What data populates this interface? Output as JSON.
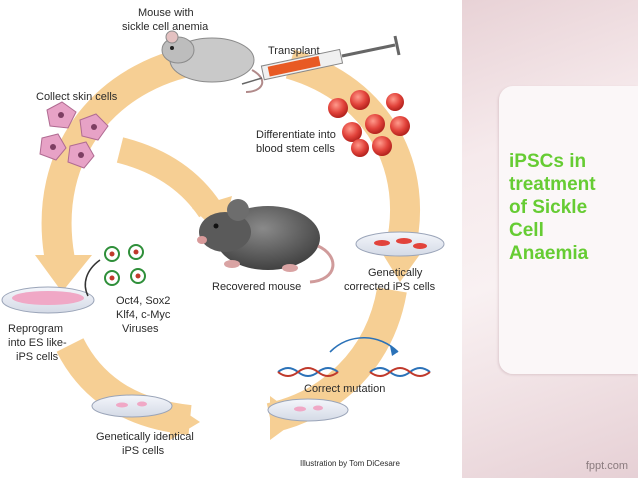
{
  "slide": {
    "title": "iPSCs in\ntreatment\nof Sickle\nCell\nAnaemia",
    "footer": "fppt.com"
  },
  "diagram": {
    "labels": {
      "mouse_line1": "Mouse with",
      "mouse_line2": "sickle cell anemia",
      "transplant": "Transplant",
      "collect": "Collect skin cells",
      "diff_line1": "Differentiate into",
      "diff_line2": "blood stem cells",
      "recovered": "Recovered mouse",
      "gen_corr_line1": "Genetically",
      "gen_corr_line2": "corrected iPS cells",
      "factors_line1": "Oct4, Sox2",
      "factors_line2": "Klf4, c-Myc",
      "factors_line3": "Viruses",
      "reprog_line1": "Reprogram",
      "reprog_line2": "into ES like-",
      "reprog_line3": "iPS cells",
      "correct": "Correct mutation",
      "identical_line1": "Genetically identical",
      "identical_line2": "iPS cells",
      "credit": "Illustration by Tom DiCesare"
    }
  },
  "colors": {
    "title": "#66cc33",
    "arrow": "#f6cf94",
    "blood_cell": "#e2433b",
    "skin_cell": "#e7a2c6",
    "virus": "#2f8f3a"
  }
}
